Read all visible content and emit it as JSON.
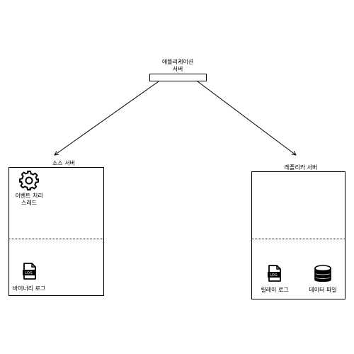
{
  "nodes": {
    "app_server": {
      "label_line1": "애플리케이션",
      "label_line2": "서버"
    },
    "source_server": {
      "label": "소스 서버",
      "event_thread_line1": "이벤트 처리",
      "event_thread_line2": "스레드",
      "binary_log": "바이너리 로그",
      "log_badge": "LOG"
    },
    "replica_server": {
      "label": "레플리카 서버",
      "relay_log": "릴레이 로그",
      "data_file": "데이터 파일",
      "log_badge": "LOG"
    }
  },
  "icons": {
    "gear": "gear-icon",
    "log_file": "log-file-icon",
    "database": "database-icon"
  },
  "colors": {
    "stroke": "#000000",
    "background": "#ffffff"
  }
}
